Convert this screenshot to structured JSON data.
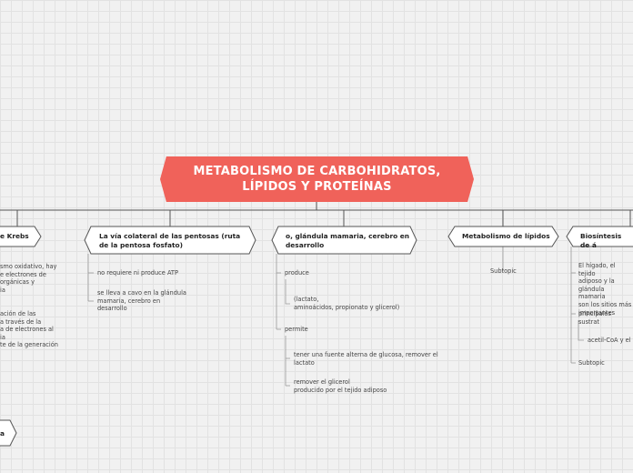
{
  "central": {
    "title": "METABOLISMO DE CARBOHIDRATOS,\nLÍPIDOS Y PROTEÍNAS"
  },
  "topics": {
    "krebs": {
      "label": "e Krebs"
    },
    "pentosas": {
      "label": "La vía colateral de las pentosas (ruta\nde la pentosa fosfato)"
    },
    "glandula": {
      "label": "o, glándula mamaria, cerebro en\ndesarrollo"
    },
    "lipidos": {
      "label": "Metabolismo de lípidos"
    },
    "biosintesis": {
      "label": "Biosíntesis de á"
    },
    "bottom": {
      "label": "a"
    }
  },
  "krebs": {
    "text1": "smo oxidativo, hay\ne electrones de\norgánicas y\nia",
    "text2": "ación de las\na través de la\na de electrones al\nia\nte de la generación"
  },
  "pentosas": {
    "item1": "no requiere ni produce ATP",
    "item2": "se lleva a cavo en la glándula\nmamaria, cerebro en\ndesarrollo"
  },
  "glandula": {
    "produce": "produce",
    "produce_child": "(lactato,\naminoácidos, propionato y glicerol)",
    "permite": "permite",
    "permite_child1": "tener una fuente alterna de glucosa, remover el\nlactato",
    "permite_child2": "remover el glicerol\nproducido por el tejido adiposo"
  },
  "lipidos": {
    "subtopic": "Subtopic"
  },
  "biosintesis": {
    "item1": "El hígado, el tejido\nadiposo y la\nglándula mamaria\nson los sitios más\nimportantes",
    "item2": "principales sustrat",
    "item2_child": "acetil-CoA y el",
    "item3": "Subtopic"
  },
  "colors": {
    "central_fill": "#f0625a",
    "node_fill": "#ffffff",
    "node_stroke": "#555555",
    "line": "#555555",
    "subline": "#9a9a9a"
  }
}
